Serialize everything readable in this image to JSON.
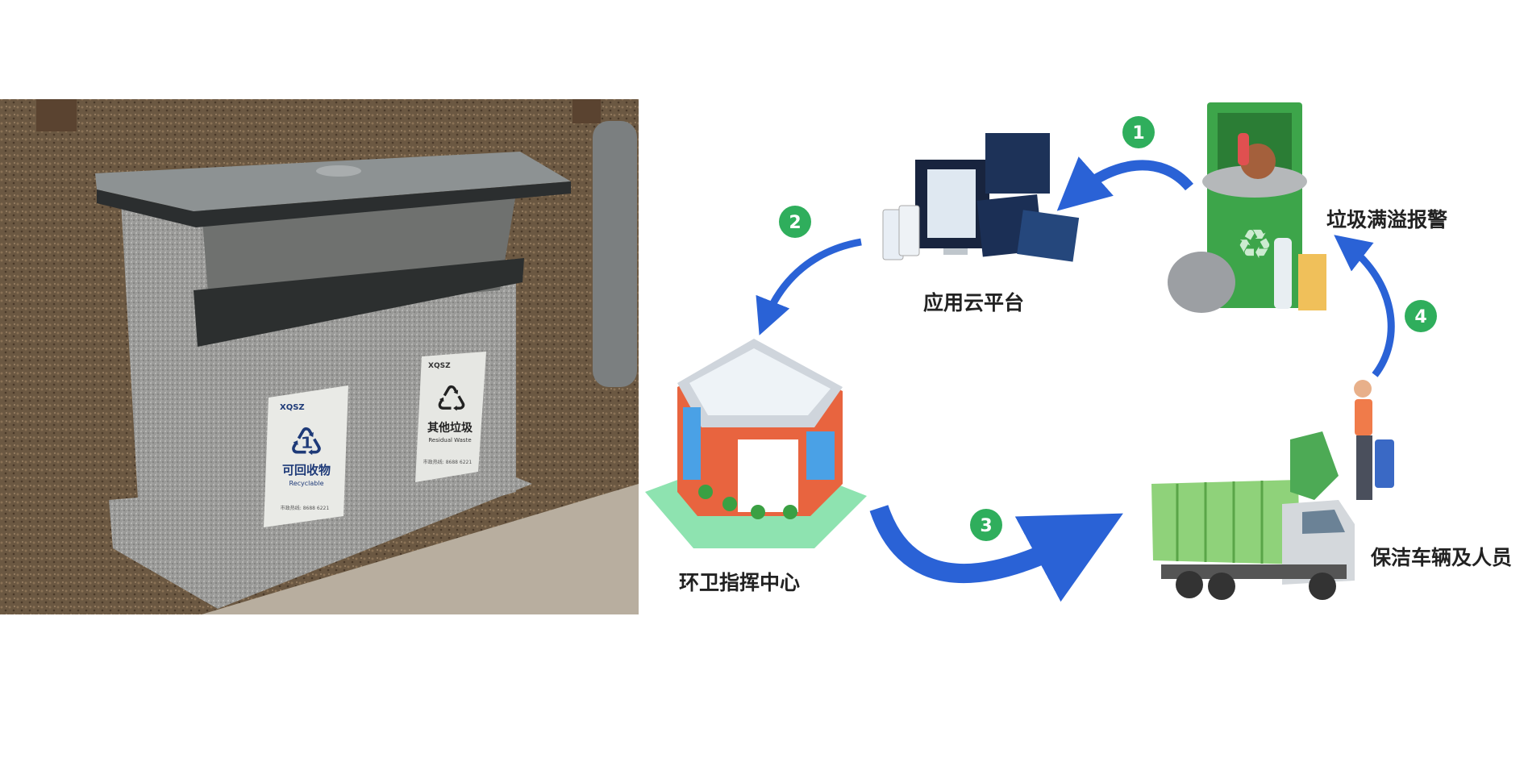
{
  "photo": {
    "sign_recyclable": {
      "brand": "XQSZ",
      "title_cn": "可回收物",
      "title_en": "Recyclable",
      "hotline": "市政热线: 8688 6221"
    },
    "sign_residual": {
      "brand": "XQSZ",
      "title_cn": "其他垃圾",
      "title_en": "Residual Waste",
      "hotline": "市政热线: 8688 6221"
    }
  },
  "diagram": {
    "nodes": [
      {
        "label": "应用云平台",
        "icon": "cloud-platform-screens-icon"
      },
      {
        "label": "垃圾满溢报警",
        "icon": "overflowing-bin-icon"
      },
      {
        "label": "环卫指挥中心",
        "icon": "command-center-building-icon"
      },
      {
        "label": "保洁车辆及人员",
        "icon": "garbage-truck-worker-icon"
      }
    ],
    "steps": [
      "1",
      "2",
      "3",
      "4"
    ],
    "colors": {
      "arrow": "#2a62d6",
      "step_badge": "#2fae5c",
      "bin": "#3da54a",
      "truck": "#8fd27a"
    }
  }
}
